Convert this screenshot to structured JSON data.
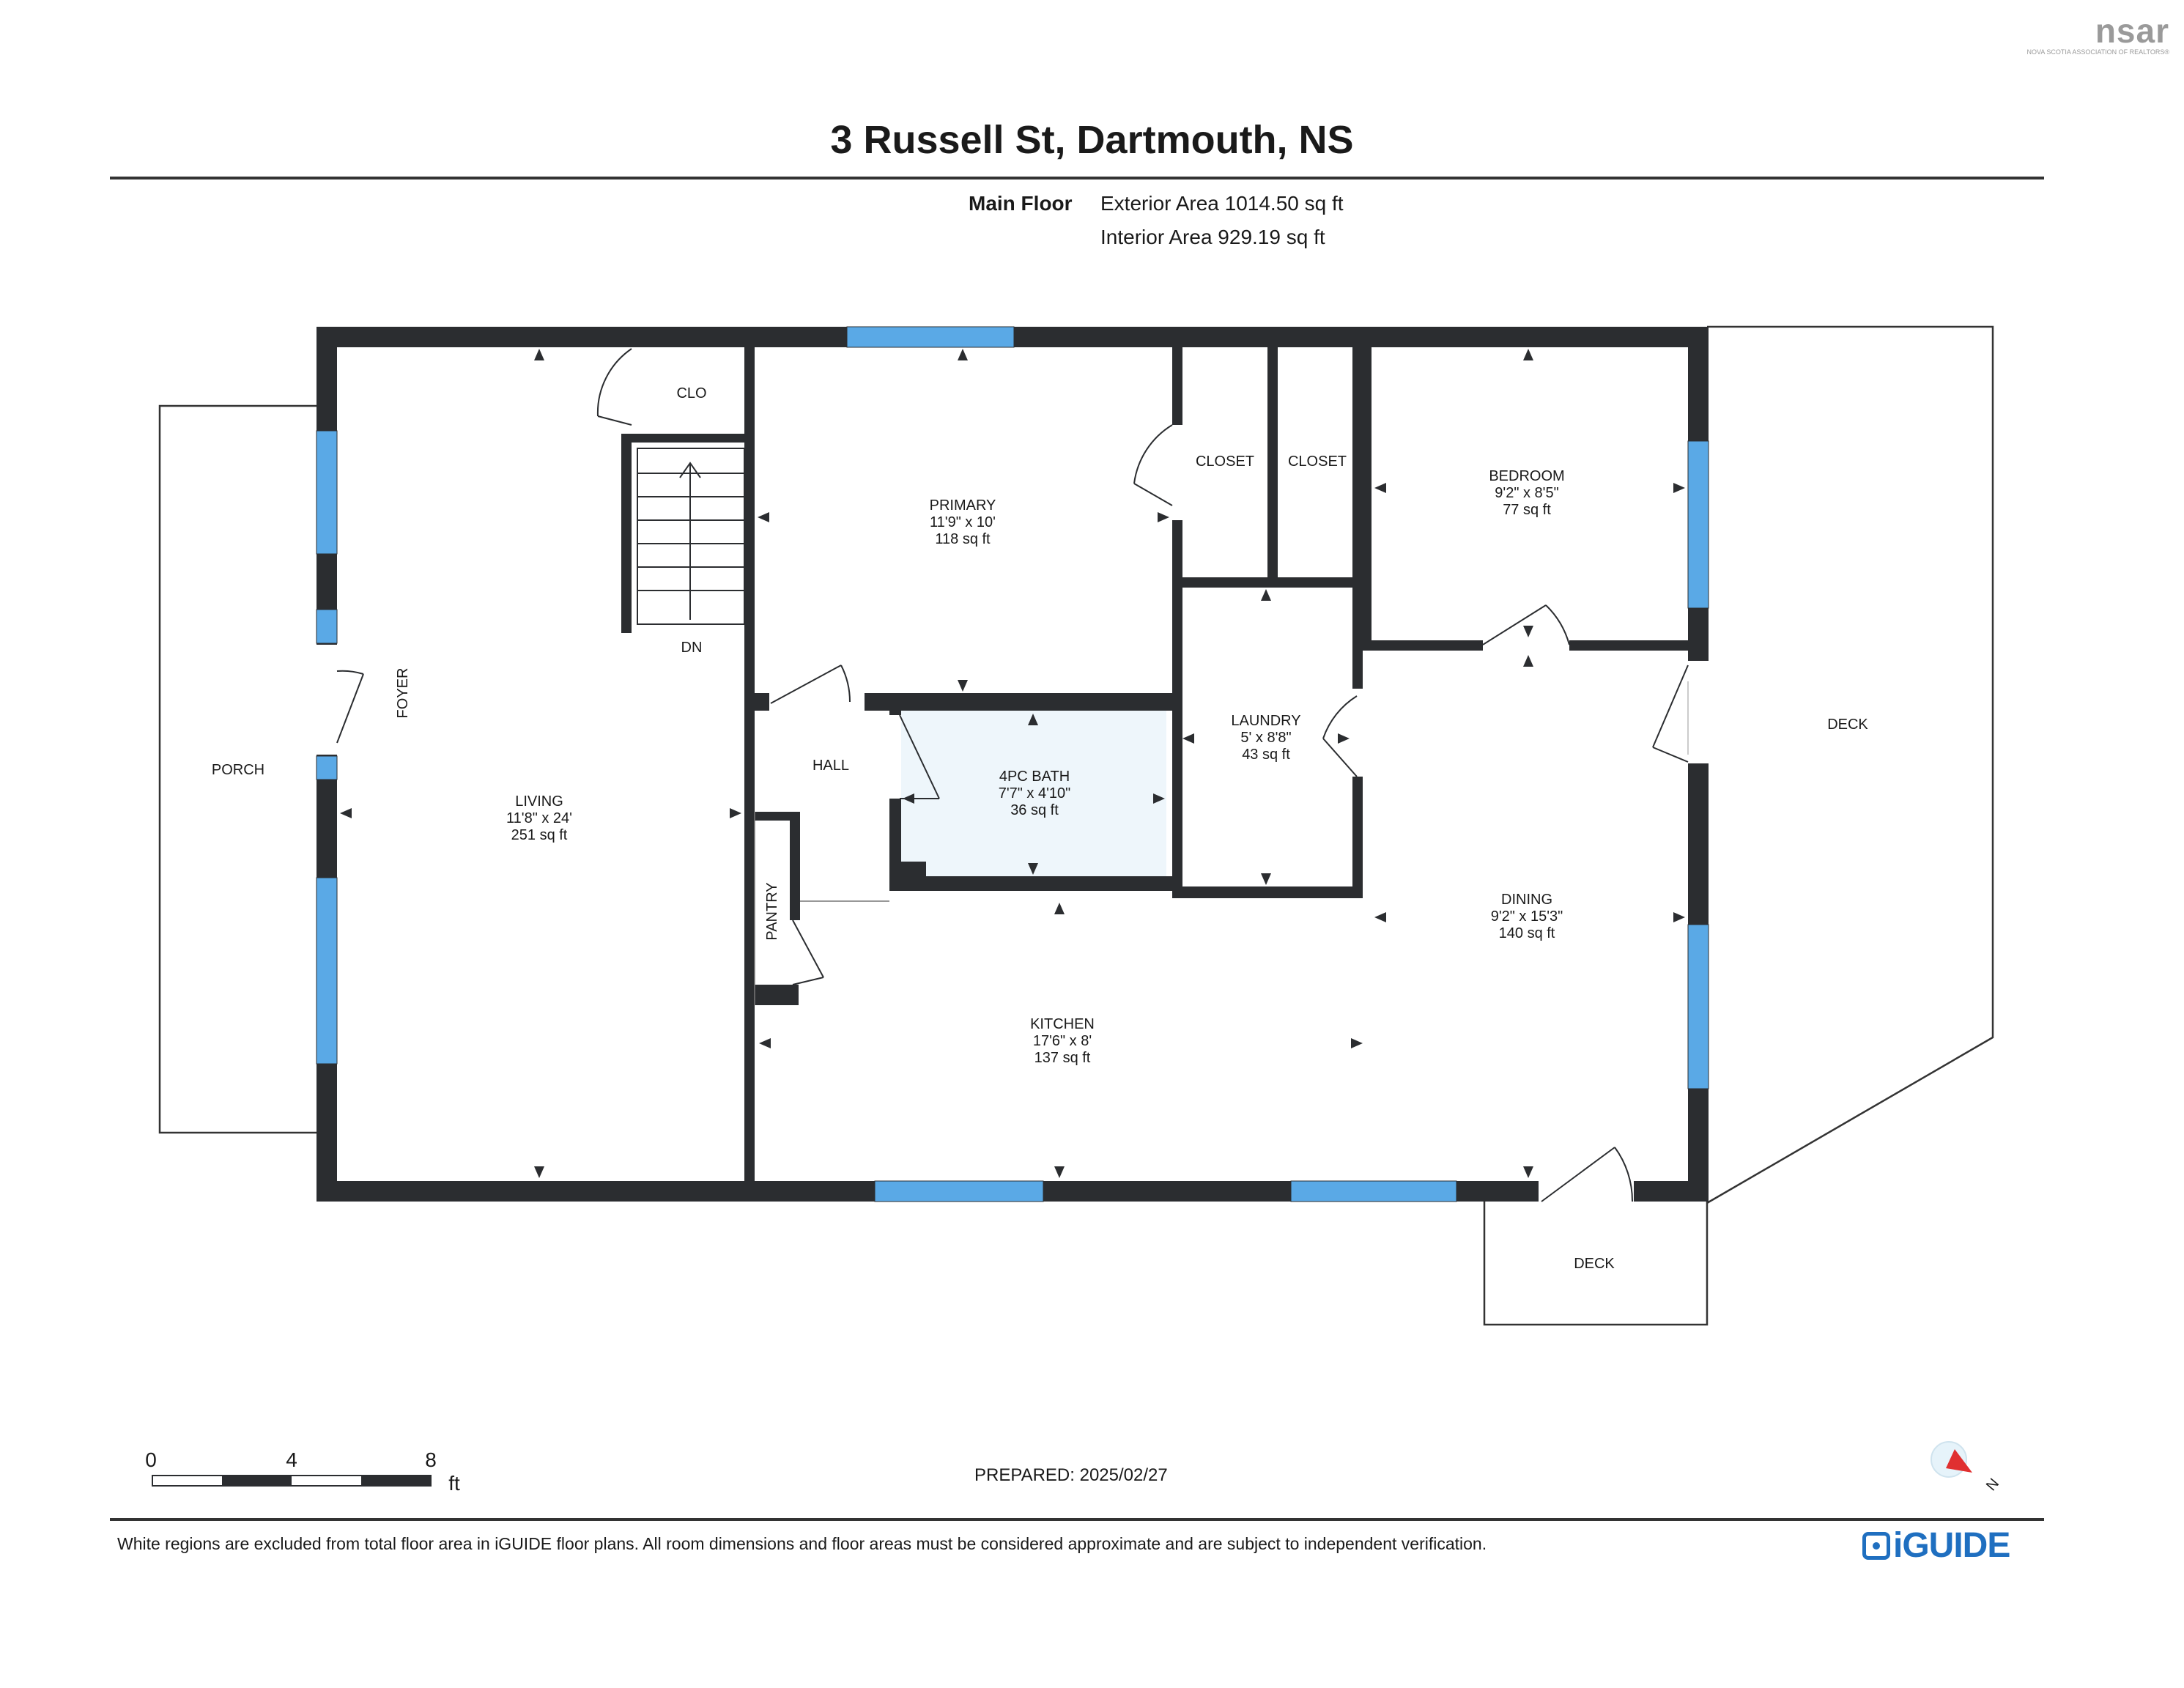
{
  "header": {
    "logo": "nsar",
    "logo_subtitle": "NOVA SCOTIA ASSOCIATION OF REALTORS®",
    "title": "3 Russell St, Dartmouth, NS"
  },
  "floor": {
    "name": "Main Floor",
    "exterior_area": "Exterior Area 1014.50 sq ft",
    "interior_area": "Interior Area 929.19 sq ft"
  },
  "rooms": {
    "clo": "CLO",
    "dn": "DN",
    "foyer": "FOYER",
    "porch": "PORCH",
    "living": {
      "name": "LIVING",
      "dims": "11'8\" x 24'",
      "area": "251 sq ft"
    },
    "primary": {
      "name": "PRIMARY",
      "dims": "11'9\" x 10'",
      "area": "118 sq ft"
    },
    "closet1": "CLOSET",
    "closet2": "CLOSET",
    "bedroom": {
      "name": "BEDROOM",
      "dims": "9'2\" x 8'5\"",
      "area": "77 sq ft"
    },
    "hall": "HALL",
    "bath": {
      "name": "4PC BATH",
      "dims": "7'7\" x 4'10\"",
      "area": "36 sq ft"
    },
    "laundry": {
      "name": "LAUNDRY",
      "dims": "5' x 8'8\"",
      "area": "43 sq ft"
    },
    "pantry": "PANTRY",
    "dining": {
      "name": "DINING",
      "dims": "9'2\" x 15'3\"",
      "area": "140 sq ft"
    },
    "kitchen": {
      "name": "KITCHEN",
      "dims": "17'6\" x 8'",
      "area": "137 sq ft"
    },
    "deck_right": "DECK",
    "deck_bottom": "DECK"
  },
  "scale": {
    "labels": [
      "0",
      "4",
      "8"
    ],
    "unit": "ft"
  },
  "prepared": "PREPARED: 2025/02/27",
  "compass": {
    "label": "N"
  },
  "disclaimer": "White regions are excluded from total floor area in iGUIDE floor plans. All room dimensions and floor areas must be considered approximate and are subject to independent verification.",
  "brand": "iGUIDE",
  "colors": {
    "wall": "#2b2d30",
    "window": "#5aa9e6",
    "bath_fill": "#eef6fb",
    "compass": "#e03030",
    "brand": "#1f6fc0"
  }
}
